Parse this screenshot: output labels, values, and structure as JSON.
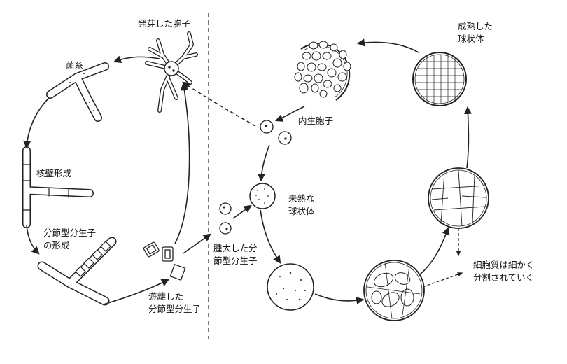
{
  "labels": {
    "germinated_spore": "発芽した胞子",
    "hypha": "菌糸",
    "septum_formation": "核壁形成",
    "arthrospore_formation_1": "分節型分生子",
    "arthrospore_formation_2": "の形成",
    "released_arthrospores_1": "遊離した",
    "released_arthrospores_2": "分節型分生子",
    "swollen_arthrospores_1": "腫大した分",
    "swollen_arthrospores_2": "節型分生子",
    "endospores": "内生胞子",
    "immature_spherule_1": "未熟な",
    "immature_spherule_2": "球状体",
    "mature_spherule_1": "成熟した",
    "mature_spherule_2": "球状体",
    "cytoplasm_divides_1": "細胞質は細かく",
    "cytoplasm_divides_2": "分割されていく"
  },
  "colors": {
    "line": "#222222",
    "fill": "#ffffff"
  }
}
